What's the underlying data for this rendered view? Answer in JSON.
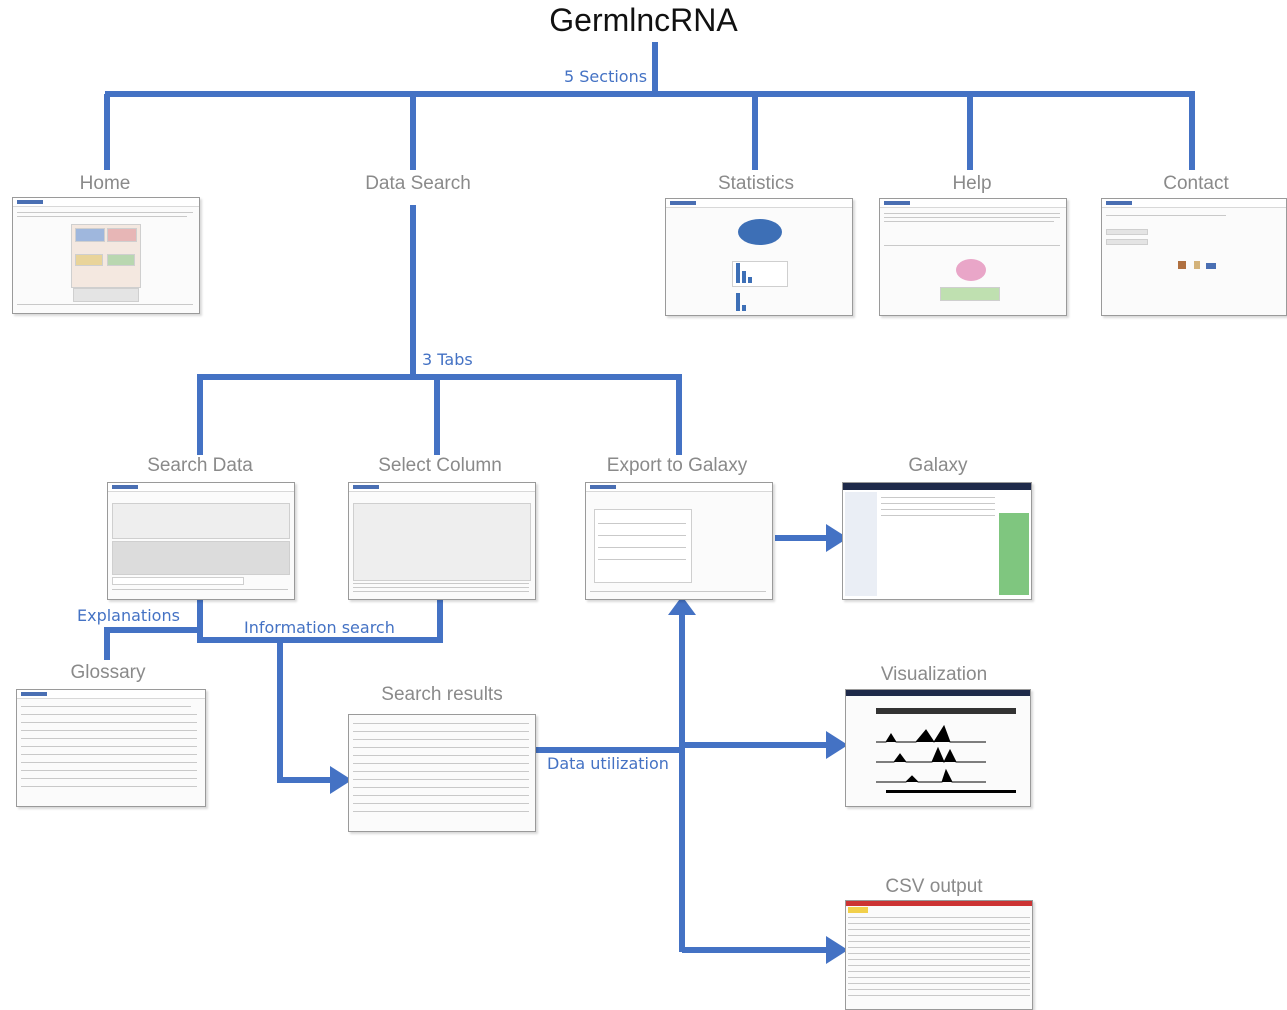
{
  "title": "GermlncRNA",
  "edge_labels": {
    "sections": "5 Sections",
    "tabs": "3 Tabs",
    "explanations": "Explanations",
    "information_search": "Information search",
    "data_utilization": "Data utilization"
  },
  "nodes": {
    "home": "Home",
    "data_search": "Data Search",
    "statistics": "Statistics",
    "help": "Help",
    "contact": "Contact",
    "search_data": "Search Data",
    "select_column": "Select Column",
    "export_to_galaxy": "Export to Galaxy",
    "galaxy": "Galaxy",
    "glossary": "Glossary",
    "search_results": "Search results",
    "visualization": "Visualization",
    "csv_output": "CSV output"
  },
  "colors": {
    "connector": "#4472c4",
    "node_label": "#8a8a8a",
    "galaxy_panel": "#1e2a4a",
    "galaxy_green": "#7fc67f",
    "csv_header": "#cc3333"
  }
}
